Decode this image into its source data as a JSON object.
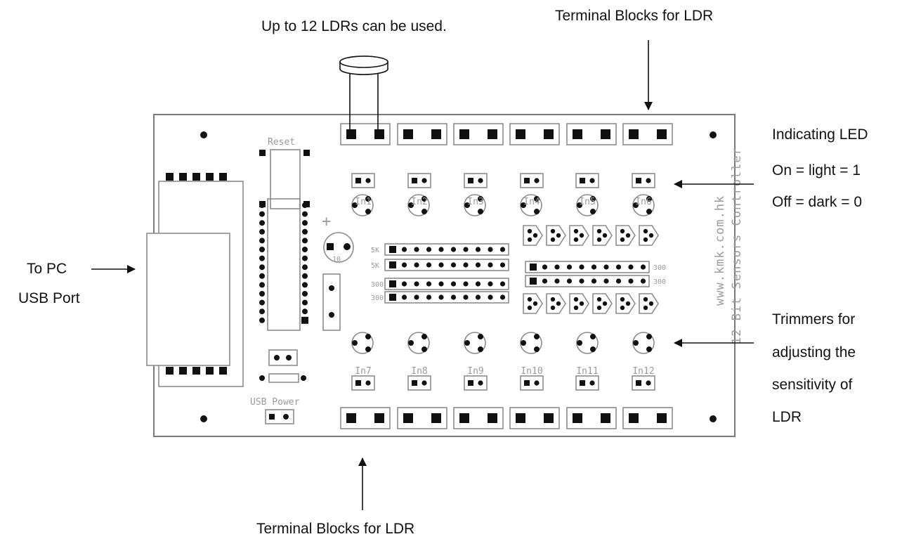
{
  "annotations": {
    "ldr_count": "Up to 12 LDRs can be used.",
    "terminal_top": "Terminal Blocks for LDR",
    "terminal_bottom": "Terminal Blocks for LDR",
    "led_title": "Indicating LED",
    "led_on": "On = light = 1",
    "led_off": "Off = dark = 0",
    "pc_line1": "To PC",
    "pc_line2": "USB Port",
    "trim_line1": "Trimmers for",
    "trim_line2": "adjusting the",
    "trim_line3": "sensitivity of",
    "trim_line4": "LDR"
  },
  "board": {
    "reset_label": "Reset",
    "usb_power_label": "USB Power",
    "cap_label": "10",
    "brand_line1": "www.kmk.com.hk",
    "brand_line2": "12 Bit Sensors Controller",
    "inputs_top": [
      "In1",
      "In2",
      "In3",
      "In4",
      "In5",
      "In6"
    ],
    "inputs_bottom": [
      "In7",
      "In8",
      "In9",
      "In10",
      "In11",
      "In12"
    ],
    "resistor_labels_left": [
      "5K",
      "5K",
      "300",
      "300"
    ],
    "resistor_labels_right": [
      "300",
      "300"
    ]
  }
}
